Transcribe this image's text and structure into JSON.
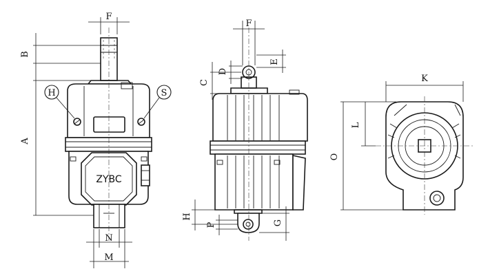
{
  "labels": {
    "A": "A",
    "B": "B",
    "F": "F",
    "H": "H",
    "S": "S",
    "N": "N",
    "M": "M",
    "brand": "ZYBC",
    "F2": "F",
    "C": "C",
    "D": "D",
    "E": "E",
    "H2": "H",
    "P": "P",
    "G": "G",
    "K": "K",
    "L": "L",
    "O": "O"
  }
}
